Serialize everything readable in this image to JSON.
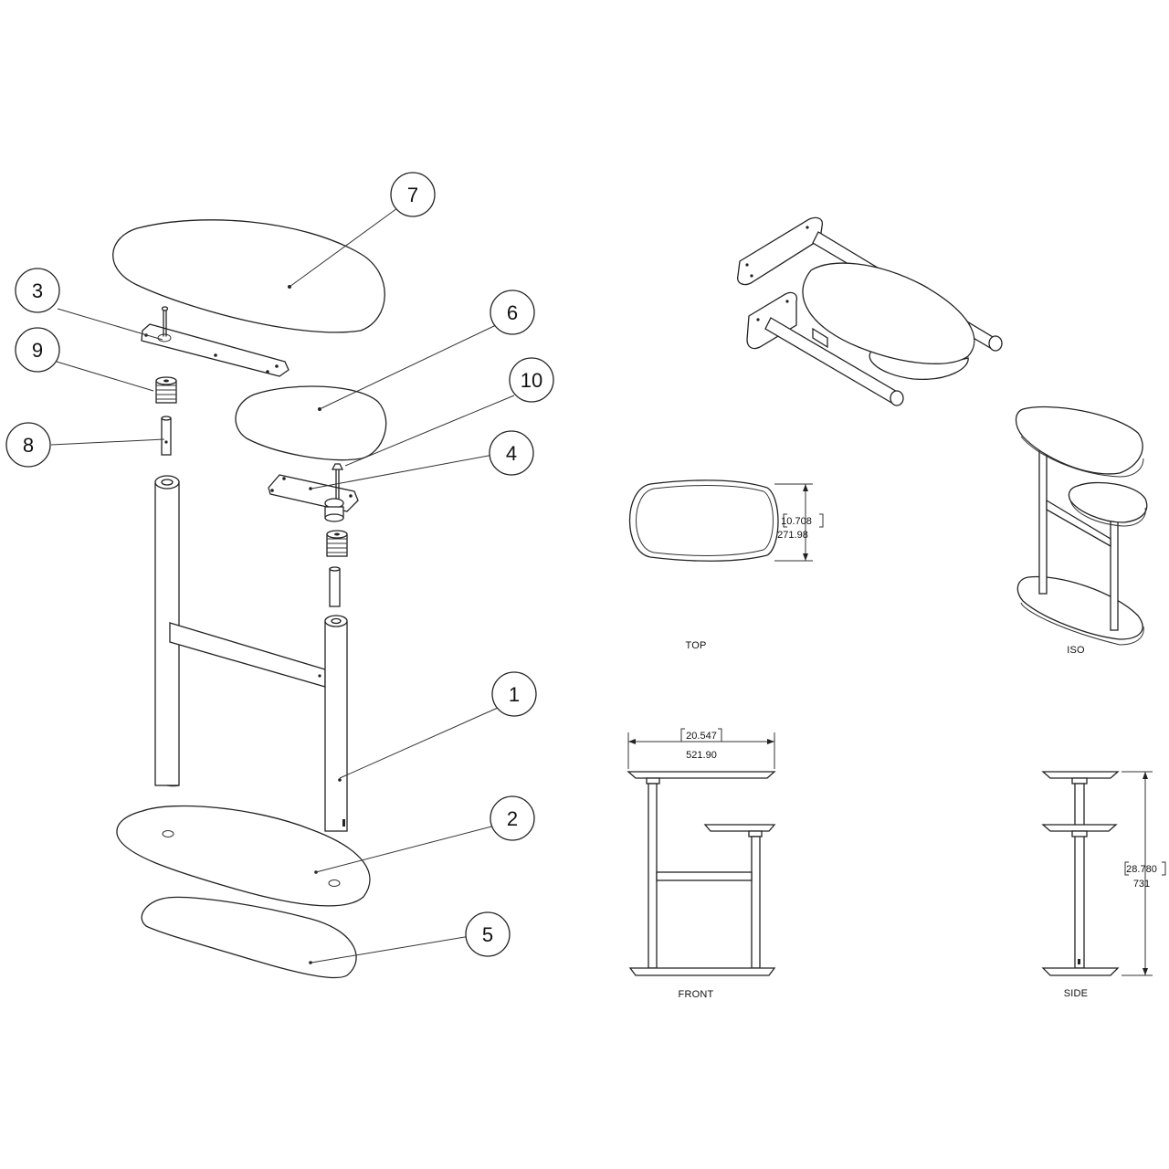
{
  "callouts": [
    {
      "id": "c7",
      "number": "7"
    },
    {
      "id": "c3",
      "number": "3"
    },
    {
      "id": "c9",
      "number": "9"
    },
    {
      "id": "c6",
      "number": "6"
    },
    {
      "id": "c10",
      "number": "10"
    },
    {
      "id": "c8",
      "number": "8"
    },
    {
      "id": "c4",
      "number": "4"
    },
    {
      "id": "c1",
      "number": "1"
    },
    {
      "id": "c2",
      "number": "2"
    },
    {
      "id": "c5",
      "number": "5"
    }
  ],
  "views": {
    "top": {
      "label": "TOP",
      "dim_in": "10.708",
      "dim_mm": "271.98"
    },
    "iso": {
      "label": "ISO"
    },
    "front": {
      "label": "FRONT",
      "dim_in": "20.547",
      "dim_mm": "521.90"
    },
    "side": {
      "label": "SIDE",
      "dim_in": "28.780",
      "dim_mm": "731"
    }
  }
}
